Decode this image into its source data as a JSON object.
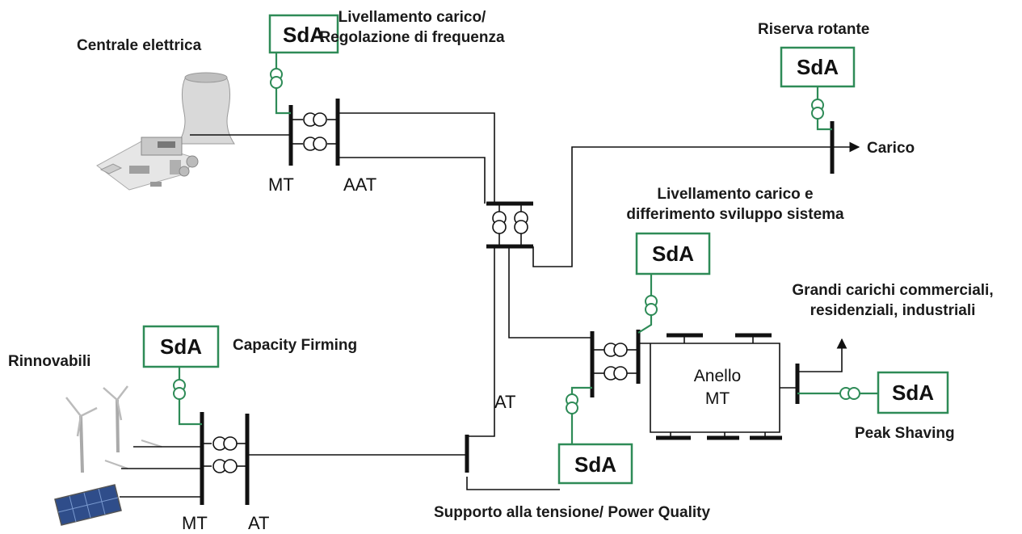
{
  "storage_label": "SdA",
  "labels": {
    "power_plant": "Centrale elettrica",
    "load_leveling_freq_line1": "Livellamento carico/",
    "load_leveling_freq_line2": "Regolazione di frequenza",
    "spinning_reserve": "Riserva rotante",
    "load": "Carico",
    "load_leveling_deferral_line1": "Livellamento carico e",
    "load_leveling_deferral_line2": "differimento sviluppo sistema",
    "large_loads_line1": "Grandi carichi commerciali,",
    "large_loads_line2": "residenziali, industriali",
    "renewables": "Rinnovabili",
    "capacity_firming": "Capacity Firming",
    "peak_shaving": "Peak Shaving",
    "voltage_support": "Supporto alla tensione/ Power Quality",
    "ring_line1": "Anello",
    "ring_line2": "MT"
  },
  "voltages": {
    "plant_mt": "MT",
    "plant_aat": "AAT",
    "ren_mt": "MT",
    "ren_at": "AT",
    "middle_at": "AT"
  },
  "colors": {
    "storage_accent": "#2e8b57",
    "line": "#111111"
  },
  "icons": [
    "cooling-tower-icon",
    "wind-turbine-icon",
    "solar-panel-icon"
  ]
}
